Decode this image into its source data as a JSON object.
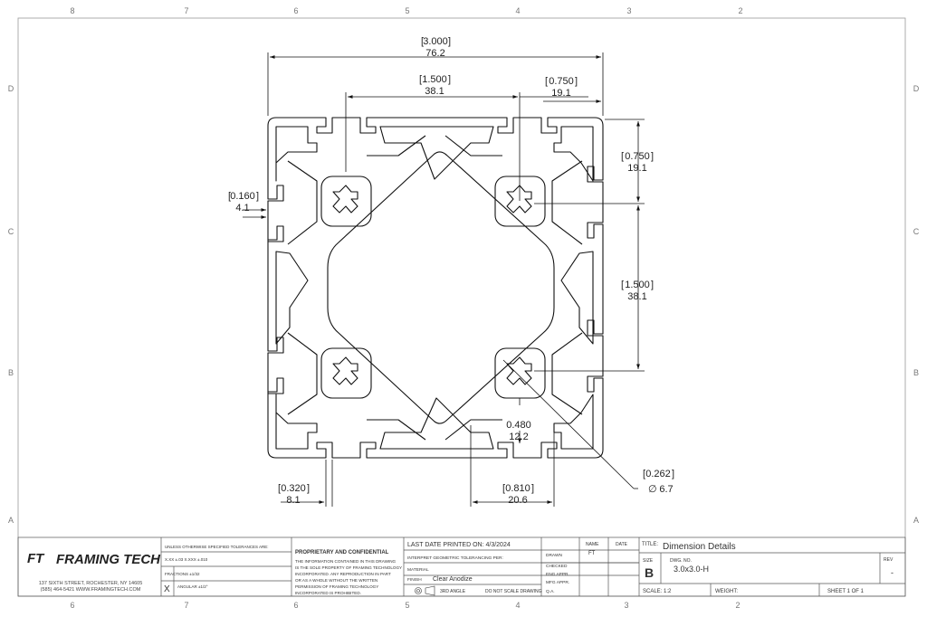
{
  "zones": {
    "top": [
      "8",
      "7",
      "6",
      "5",
      "4",
      "3",
      "2"
    ],
    "bottom": [
      "6",
      "7",
      "6",
      "5",
      "4",
      "3",
      "2"
    ],
    "left": [
      "D",
      "C",
      "B",
      "A"
    ],
    "right": [
      "D",
      "C",
      "B",
      "A"
    ]
  },
  "dimensions": {
    "overall_width": {
      "inch": "3.000",
      "mm": "76.2"
    },
    "slot_pitch": {
      "inch": "1.500",
      "mm": "38.1"
    },
    "edge_to_slot_top": {
      "inch": "0.750",
      "mm": "19.1"
    },
    "edge_to_slot_right": {
      "inch": "0.750",
      "mm": "19.1"
    },
    "slot_pitch_vertical": {
      "inch": "1.500",
      "mm": "38.1"
    },
    "wall_thickness": {
      "inch": "0.160",
      "mm": "4.1"
    },
    "slot_opening": {
      "inch": "0.320",
      "mm": "8.1"
    },
    "slot_depth": {
      "inch": "0.480",
      "mm": "12.2"
    },
    "slot_width": {
      "inch": "0.810",
      "mm": "20.6"
    },
    "hole_diameter": {
      "inch": "0.262",
      "mm": "6.7",
      "prefix": "∅"
    }
  },
  "title_block": {
    "logo_text": "FRAMING TECH",
    "logo_mark": "FT",
    "address": "137 SIXTH STREET, ROCHESTER, NY 14605",
    "contact": "(585) 464-5421  WWW.FRAMINGTECH.COM",
    "tolerance_heading": "UNLESS OTHERWISE SPECIFIED TOLERANCES ARE:",
    "decimal_row": "X.XX  ±.03    X.XXX  ±.010",
    "fraction_row": "FRACTIONS ±1/32",
    "angle_row": "ANGULAR ±1/2°",
    "x_mark": "X",
    "interpret_row": "INTERPRET GEOMETRIC TOLERANCING PER",
    "proprietary_title": "PROPRIETARY AND CONFIDENTIAL",
    "proprietary_lines": [
      "THE INFORMATION CONTAINED IN THIS DRAWING",
      "IS THE SOLE PROPERTY OF FRAMING TECHNOLOGY",
      "INCORPORATED. ANY REPRODUCTION IN PART",
      "OR AS A WHOLE WITHOUT THE WRITTEN",
      "PERMISSION OF FRAMING TECHNOLOGY",
      "INCORPORATED IS PROHIBITED."
    ],
    "last_printed": "LAST DATE PRINTED ON: 4/3/2024",
    "geometric_row": "INTERPRET GEOMETRIC TOLERANCING PER:",
    "material_label": "MATERIAL",
    "finish_label": "FINISH",
    "finish_value": "Clear Anodize",
    "third_angle": "3RD ANGLE",
    "do_not_scale": "DO NOT SCALE DRAWING",
    "name_header": "NAME",
    "date_header": "DATE",
    "drawn_label": "DRAWN",
    "drawn_value": "FT",
    "checked_label": "CHECKED",
    "eng_appr": "ENG APPR.",
    "mfg_appr": "MFG APPR.",
    "qa_label": "Q.A.",
    "title_label": "TITLE:",
    "title_value": "Dimension Details",
    "size_label": "SIZE",
    "size_value": "B",
    "dwg_label": "DWG. NO.",
    "dwg_value": "3.0x3.0-H",
    "rev_label": "REV",
    "rev_value": "-",
    "scale_label": "SCALE: 1:2",
    "weight_label": "WEIGHT:",
    "sheet_label": "SHEET 1 OF 1"
  }
}
